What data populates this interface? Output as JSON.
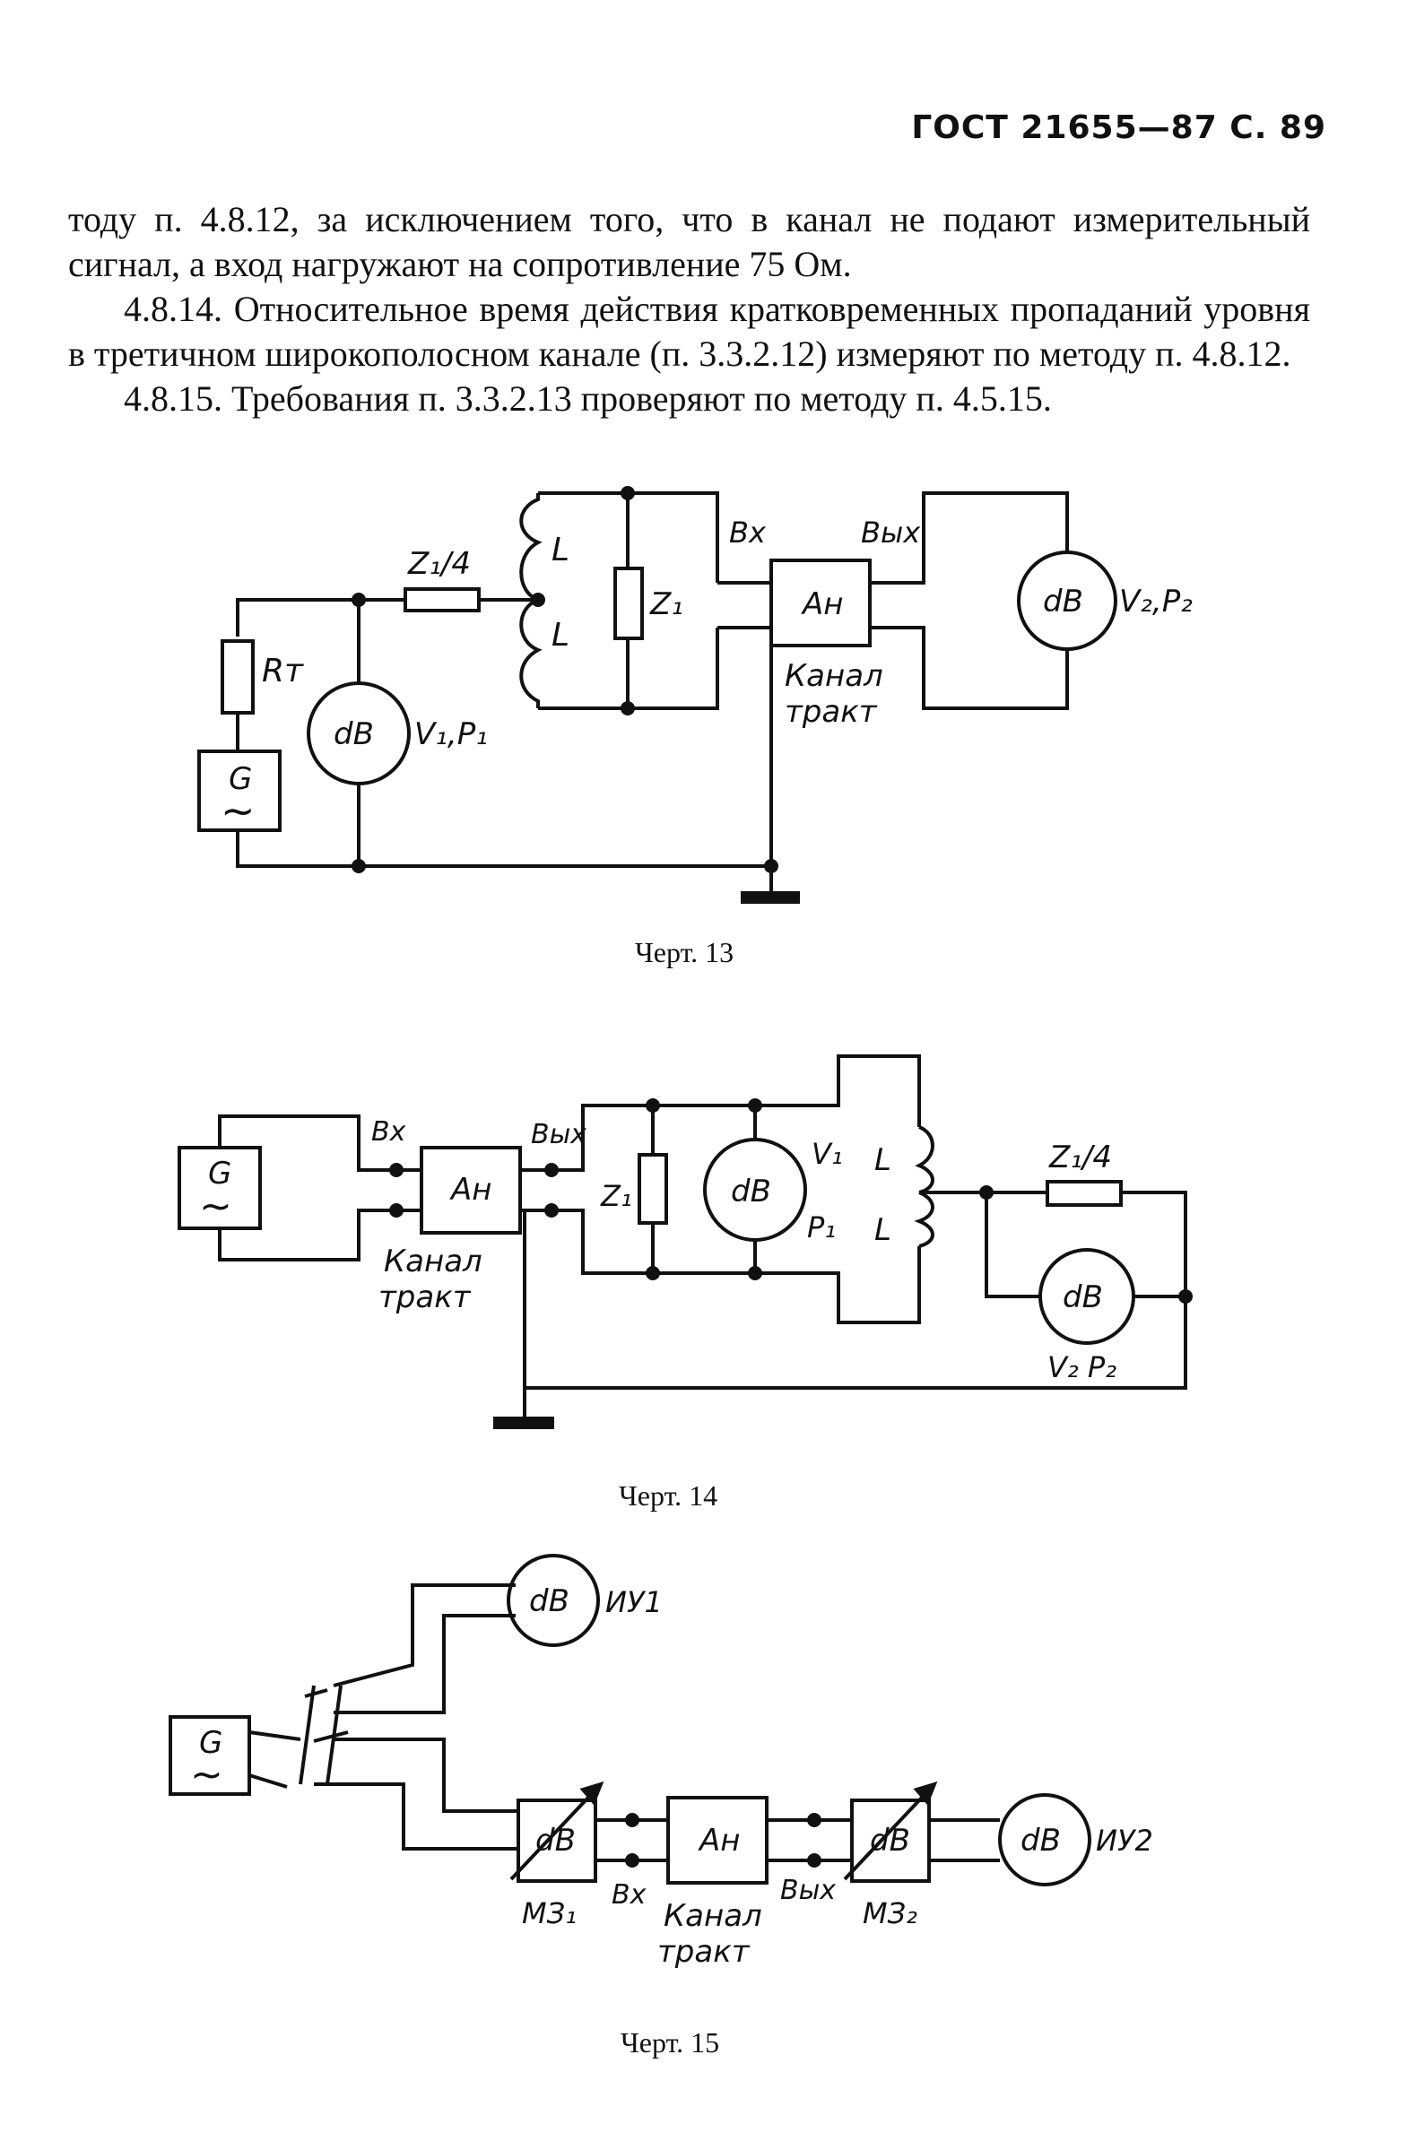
{
  "header": {
    "running_title": "ГОСТ 21655—87 С. 89"
  },
  "text": {
    "p1": "тоду п. 4.8.12, за исключением того, что в канал не подают измерительный сигнал, а вход нагружают на сопротивление 75 Ом.",
    "p2": "4.8.14. Относительное время действия кратковременных пропаданий уровня в третичном широкополосном канале (п. 3.3.2.12) измеряют по методу п. 4.8.12.",
    "p3": "4.8.15. Требования п. 3.3.2.13 проверяют по методу п. 4.5.15."
  },
  "figure13": {
    "caption": "Черт. 13",
    "labels": {
      "vx": "Вх",
      "vyx": "Вых",
      "z14": "Z₁/4",
      "l_top": "L",
      "l_bot": "L",
      "z1": "Z₁",
      "an": "Aн",
      "channel_1": "Канал",
      "channel_2": "тракт",
      "db_out": "dB",
      "v2p2": "V₂,P₂",
      "rt": "Rт",
      "db_in": "dB",
      "v1p1": "V₁,P₁",
      "gen": "G",
      "gen_wave": "~"
    }
  },
  "figure14": {
    "caption": "Черт. 14",
    "labels": {
      "gen": "G",
      "gen_wave": "~",
      "vx": "Вх",
      "vyx": "Вых",
      "an": "Aн",
      "channel_1": "Канал",
      "channel_2": "тракт",
      "z1": "Z₁",
      "db_mid": "dB",
      "v1": "V₁",
      "p1": "P₁",
      "l_top": "L",
      "l_bot": "L",
      "z14": "Z₁/4",
      "db_out": "dB",
      "v2p2": "V₂ P₂"
    }
  },
  "figure15": {
    "caption": "Черт. 15",
    "labels": {
      "db_iu1": "dB",
      "iu1": "ИУ1",
      "gen": "G",
      "gen_wave": "~",
      "db_m1": "dB",
      "mz1": "МЗ₁",
      "vx": "Вх",
      "an": "Aн",
      "channel_1": "Канал",
      "channel_2": "тракт",
      "vyx": "Вых",
      "db_m2": "dB",
      "mz2": "МЗ₂",
      "db_iu2": "dB",
      "iu2": "ИУ2"
    }
  }
}
